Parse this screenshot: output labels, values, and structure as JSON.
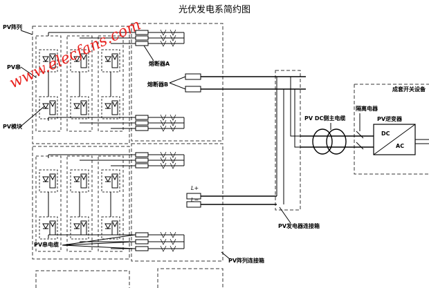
{
  "title": "光伏发电系简约图",
  "watermark": "www.elecfans.com",
  "labels": {
    "pv_array": "PV阵列",
    "pv_string": "PV串",
    "pv_module": "PV模块",
    "fuse_a": "熔断器A",
    "fuse_b": "熔断器B",
    "pv_string_cable": "PV串电缆",
    "pv_array_junction_box": "PV阵列连接箱",
    "generator_junction_box": "PV发电器连接箱",
    "dc_main_cable": "PV DC侧主电缆",
    "isolator": "隔离电器",
    "inverter": "PV逆变器",
    "dc": "DC",
    "ac": "AC",
    "switchgear": "成套开关设备",
    "l_plus": "L+",
    "l_minus": "L−"
  },
  "colors": {
    "watermark": "#e8231f",
    "line": "#000000"
  }
}
